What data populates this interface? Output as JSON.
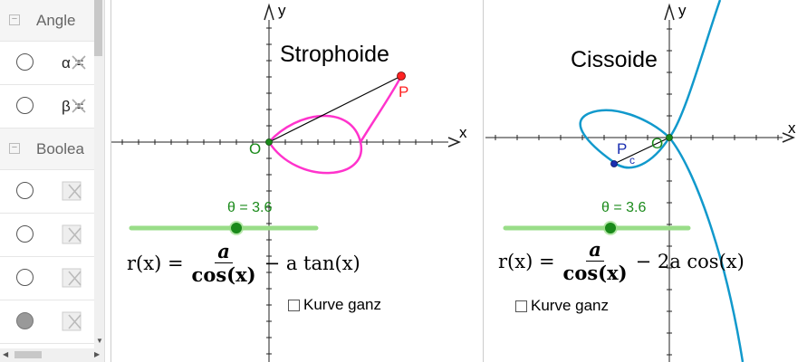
{
  "algebra": {
    "groups": [
      {
        "title": "Angle",
        "collapse": "−"
      },
      {
        "title": "Boolea",
        "collapse": "−"
      }
    ],
    "angle_items": [
      {
        "label": "α ="
      },
      {
        "label": "β ="
      }
    ],
    "boolean_count": 4
  },
  "left_view": {
    "title": "Strophoide",
    "x_label": "x",
    "y_label": "y",
    "origin_label": "O",
    "point_label": "P",
    "slider_label": "θ = 3.6",
    "formula": {
      "lhs": "r(x) =",
      "num": "a",
      "den": "cos(x)",
      "rhs": "− a tan(x)"
    },
    "checkbox_label": "Kurve ganz"
  },
  "right_view": {
    "title": "Cissoide",
    "x_label": "x",
    "y_label": "y",
    "origin_label": "O",
    "point_label": "P",
    "point_sub": "c",
    "slider_label": "θ = 3.6",
    "formula": {
      "lhs": "r(x) =",
      "num": "a",
      "den": "cos(x)",
      "rhs": "− 2a cos(x)"
    },
    "checkbox_label": "Kurve ganz"
  },
  "colors": {
    "strophoid": "#ff33cc",
    "cissoid": "#1199cc",
    "slider": "#99dd88",
    "slider_knob": "#1a8a1a",
    "point_p": "#ff2222",
    "point_pc": "#1a2eb0",
    "origin": "#1a8a1a"
  },
  "icons": {
    "delete": "x-icon",
    "checkbox": "checkbox-icon"
  }
}
